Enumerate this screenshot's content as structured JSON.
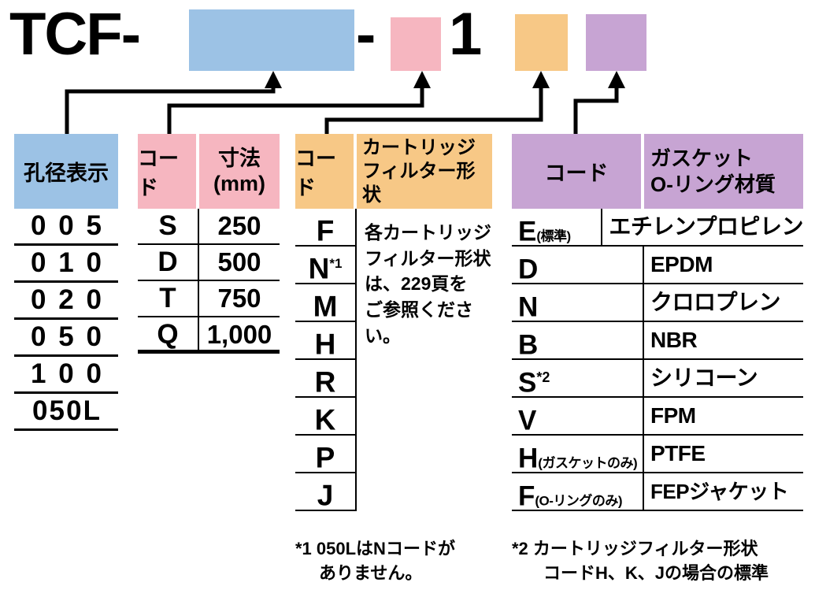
{
  "title": {
    "prefix": "TCF-",
    "dash": "-",
    "digit": "1"
  },
  "colors": {
    "blue": "#9cc2e5",
    "pink": "#f6b6c0",
    "orange": "#f7c886",
    "purple": "#c7a4d3"
  },
  "bore": {
    "header": "孔径表示",
    "rows": [
      "005",
      "010",
      "020",
      "050",
      "100",
      "050L"
    ]
  },
  "dimension": {
    "code_header": "コード",
    "size_header_l1": "寸法",
    "size_header_l2": "(mm)",
    "rows": [
      {
        "code": "S",
        "size": "250"
      },
      {
        "code": "D",
        "size": "500"
      },
      {
        "code": "T",
        "size": "750"
      },
      {
        "code": "Q",
        "size": "1,000"
      }
    ]
  },
  "shape": {
    "code_header": "コード",
    "shape_header_l1": "カートリッジ",
    "shape_header_l2": "フィルター形状",
    "codes": [
      {
        "code": "F",
        "sup": ""
      },
      {
        "code": "N",
        "sup": "*1"
      },
      {
        "code": "M",
        "sup": ""
      },
      {
        "code": "H",
        "sup": ""
      },
      {
        "code": "R",
        "sup": ""
      },
      {
        "code": "K",
        "sup": ""
      },
      {
        "code": "P",
        "sup": ""
      },
      {
        "code": "J",
        "sup": ""
      }
    ],
    "desc_l1": "各カートリッジ",
    "desc_l2": "フィルター形状",
    "desc_l3": "は、229頁を",
    "desc_l4": "ご参照ください。"
  },
  "gasket": {
    "code_header": "コード",
    "material_header_l1": "ガスケット",
    "material_header_l2": "O-リング材質",
    "rows": [
      {
        "code": "E",
        "sup": "",
        "note": "(標準)",
        "material": "エチレンプロピレン"
      },
      {
        "code": "D",
        "sup": "",
        "note": "",
        "material": "EPDM"
      },
      {
        "code": "N",
        "sup": "",
        "note": "",
        "material": "クロロプレン"
      },
      {
        "code": "B",
        "sup": "",
        "note": "",
        "material": "NBR"
      },
      {
        "code": "S",
        "sup": "*2",
        "note": "",
        "material": "シリコーン"
      },
      {
        "code": "V",
        "sup": "",
        "note": "",
        "material": "FPM"
      },
      {
        "code": "H",
        "sup": "",
        "note": "(ガスケットのみ)",
        "material": "PTFE"
      },
      {
        "code": "F",
        "sup": "",
        "note": "(O-リングのみ)",
        "material": "FEPジャケット"
      }
    ]
  },
  "footnotes": {
    "note1_l1": "*1 050LはNコードが",
    "note1_l2": "ありません。",
    "note2_l1": "*2 カートリッジフィルター形状",
    "note2_l2": "コードH、K、Jの場合の標準"
  }
}
